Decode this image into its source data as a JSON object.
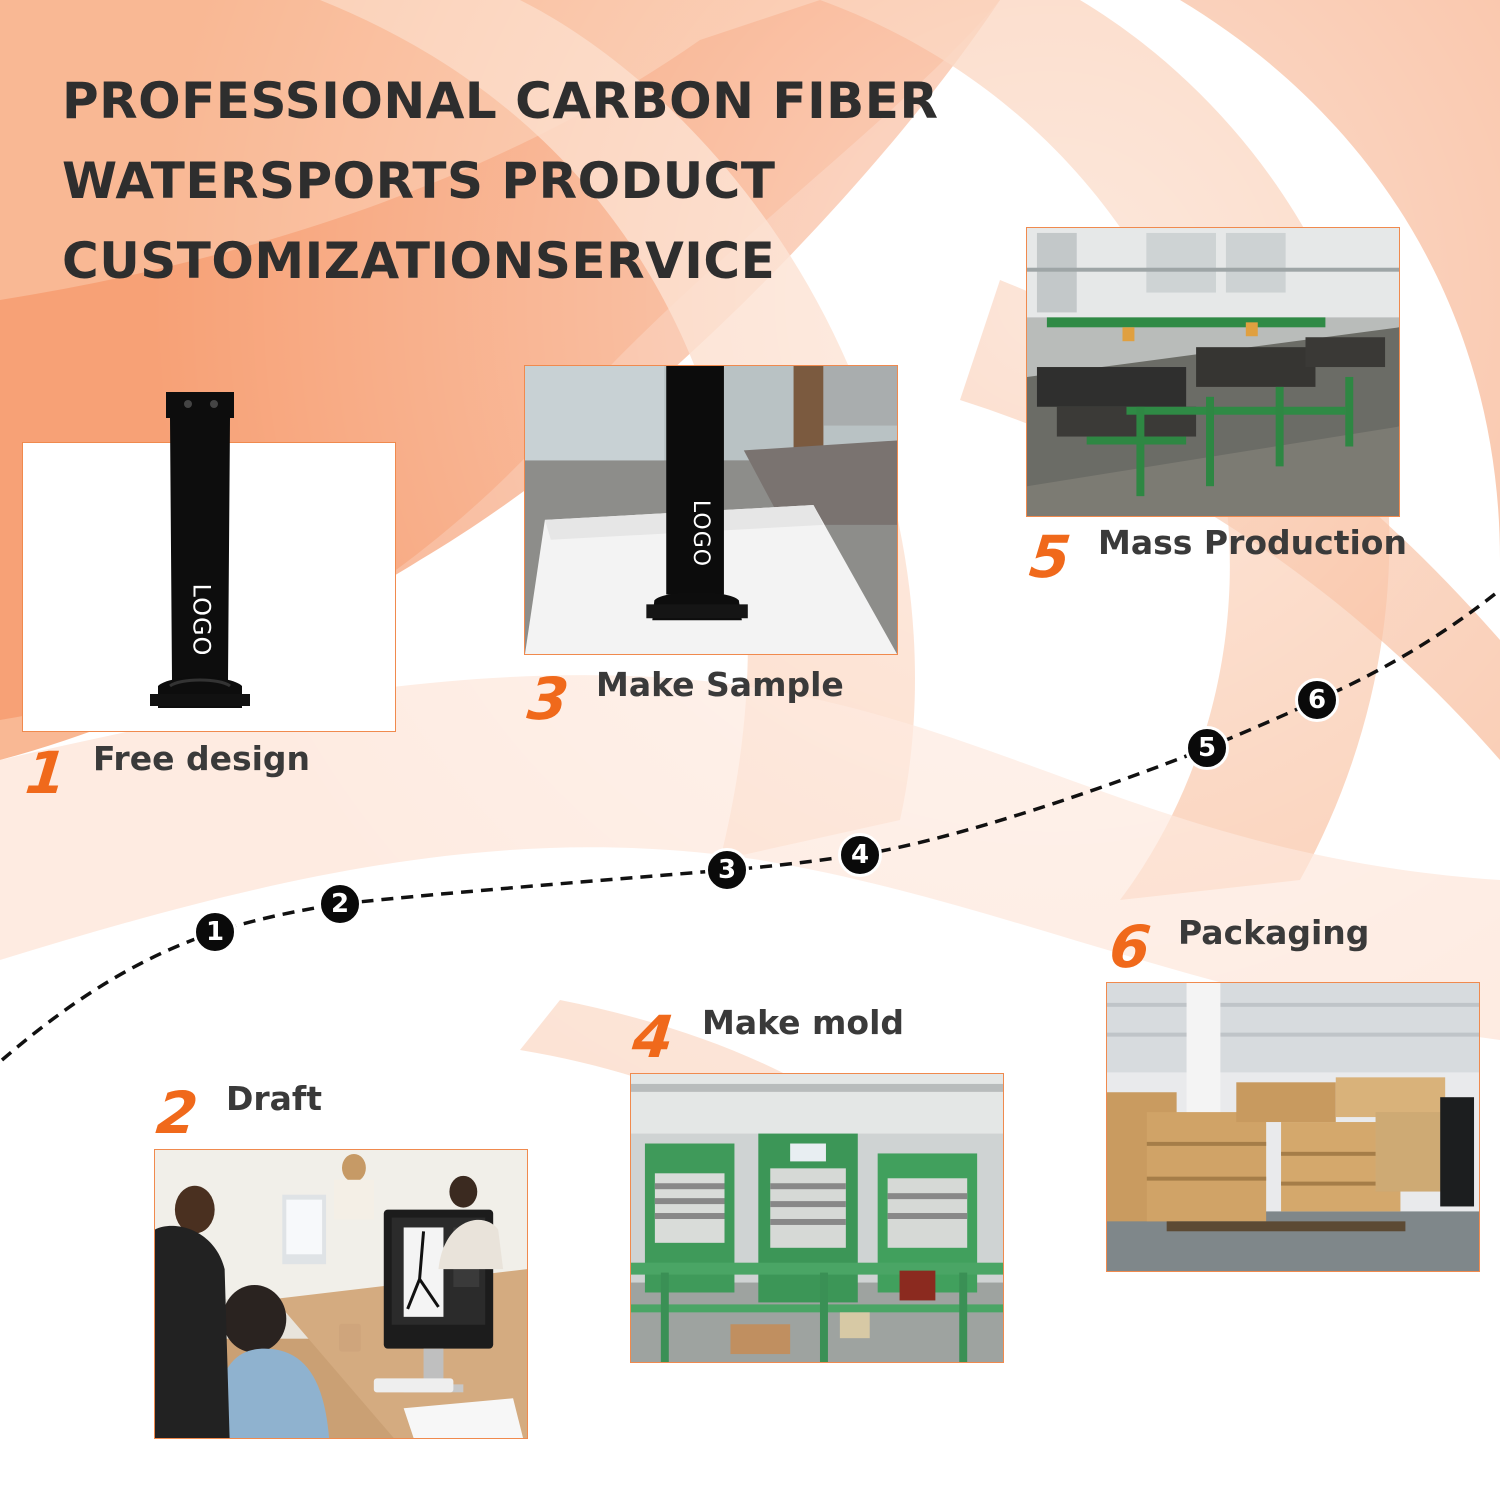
{
  "header": {
    "title_lines": [
      "PROFESSIONAL CARBON FIBER",
      "WATERSPORTS PRODUCT",
      "CUSTOMIZATIONSERVICE"
    ]
  },
  "steps": [
    {
      "number": "1",
      "label": "Free design",
      "image": "black carbon fiber mast with LOGO on white background"
    },
    {
      "number": "2",
      "label": "Draft",
      "image": "designers working at computers"
    },
    {
      "number": "3",
      "label": "Make Sample",
      "image": "sample mast with LOGO standing on foam"
    },
    {
      "number": "4",
      "label": "Make mold",
      "image": "green hydraulic mold presses in workshop"
    },
    {
      "number": "5",
      "label": "Mass Production",
      "image": "production line with molds"
    },
    {
      "number": "6",
      "label": "Packaging",
      "image": "warehouse with stacked cardboard boxes"
    }
  ],
  "path_markers": [
    "1",
    "2",
    "3",
    "4",
    "5",
    "6"
  ],
  "product_logo_text": "LOGO",
  "colors": {
    "accent_orange": "#f0691b",
    "title_text": "#2e2e2e",
    "label_text": "#3a3a3a",
    "marker_fill": "#0a0a0a",
    "background_swirl": "#f7a57d"
  }
}
